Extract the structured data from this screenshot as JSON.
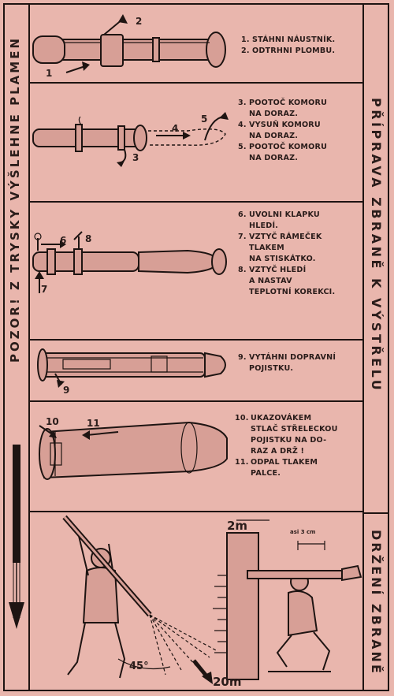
{
  "side_labels": {
    "left": "POZOR! Z TRYSKY VÝŠLEHNE PLAMEN",
    "right_top": "PŘÍPRAVA ZBRANĚ K VÝSTŘELU",
    "right_bottom": "DRŽENÍ ZBRANĚ"
  },
  "panels": [
    {
      "steps": [
        {
          "n": "1.",
          "text": "STÁHNI NÁUSTNÍK."
        },
        {
          "n": "2.",
          "text": "ODTRHNI PLOMBU."
        }
      ],
      "callouts": [
        "1",
        "2"
      ]
    },
    {
      "steps": [
        {
          "n": "3.",
          "text": "POOTOČ KOMORU\nNA DORAZ."
        },
        {
          "n": "4.",
          "text": "VYSUŇ KOMORU\nNA DORAZ."
        },
        {
          "n": "5.",
          "text": "POOTOČ KOMORU\nNA DORAZ."
        }
      ],
      "callouts": [
        "3",
        "4",
        "5"
      ]
    },
    {
      "steps": [
        {
          "n": "6.",
          "text": "UVOLNI KLAPKU\nHLEDÍ."
        },
        {
          "n": "7.",
          "text": "VZTYČ RÁMEČEK\nTLAKEM\nNA STISKÁTKO."
        },
        {
          "n": "8.",
          "text": "VZTYČ HLEDÍ\nA NASTAV\nTEPLOTNÍ KOREKCI."
        }
      ],
      "callouts": [
        "6",
        "7",
        "8"
      ]
    },
    {
      "steps": [
        {
          "n": "9.",
          "text": "VYTÁHNI DOPRAVNÍ\nPOJISTKU."
        }
      ],
      "callouts": [
        "9"
      ]
    },
    {
      "steps": [
        {
          "n": "10.",
          "text": "UKAZOVÁKEM\nSTLAČ STŘELECKOU\nPOJISTKU NA DO-\nRAZ A DRŽ !"
        },
        {
          "n": "11.",
          "text": "ODPAL TLAKEM\nPALCE."
        }
      ],
      "callouts": [
        "10",
        "11"
      ]
    }
  ],
  "holding": {
    "wall_distance": "2m",
    "clearance": "asi 3 cm",
    "angle": "45°",
    "blast_distance": "20m"
  }
}
